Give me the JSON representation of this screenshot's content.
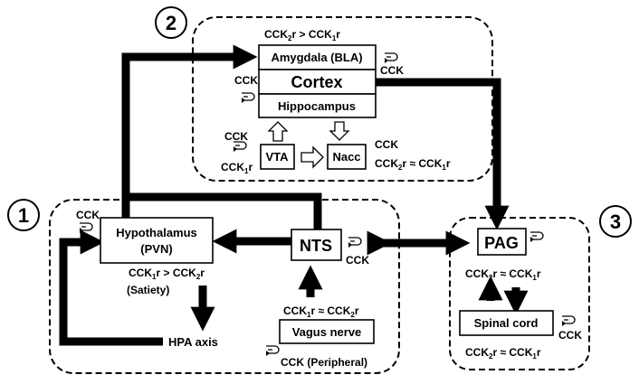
{
  "regions": {
    "r1": {
      "number": "1"
    },
    "r2": {
      "number": "2"
    },
    "r3": {
      "number": "3"
    }
  },
  "boxes": {
    "amygdala": "Amygdala (BLA)",
    "cortex": "Cortex",
    "hippocampus": "Hippocampus",
    "vta": "VTA",
    "nacc": "Nacc",
    "hypothalamus_line1": "Hypothalamus",
    "hypothalamus_line2": "(PVN)",
    "nts": "NTS",
    "vagus": "Vagus nerve",
    "pag": "PAG",
    "spinal": "Spinal cord"
  },
  "labels": {
    "cck": "CCK",
    "r": "r",
    "sub1": "1",
    "sub2": "2",
    "gt": " > ",
    "approx": " ≈ ",
    "satiety": "(Satiety)",
    "hpa": "HPA axis",
    "peripheral": "CCK (Peripheral)"
  },
  "icons": [
    "recurrent-loop-icon",
    "thick-pathway-arrow",
    "hollow-arrow"
  ],
  "colors": {
    "stroke": "#000000",
    "background": "#ffffff"
  }
}
